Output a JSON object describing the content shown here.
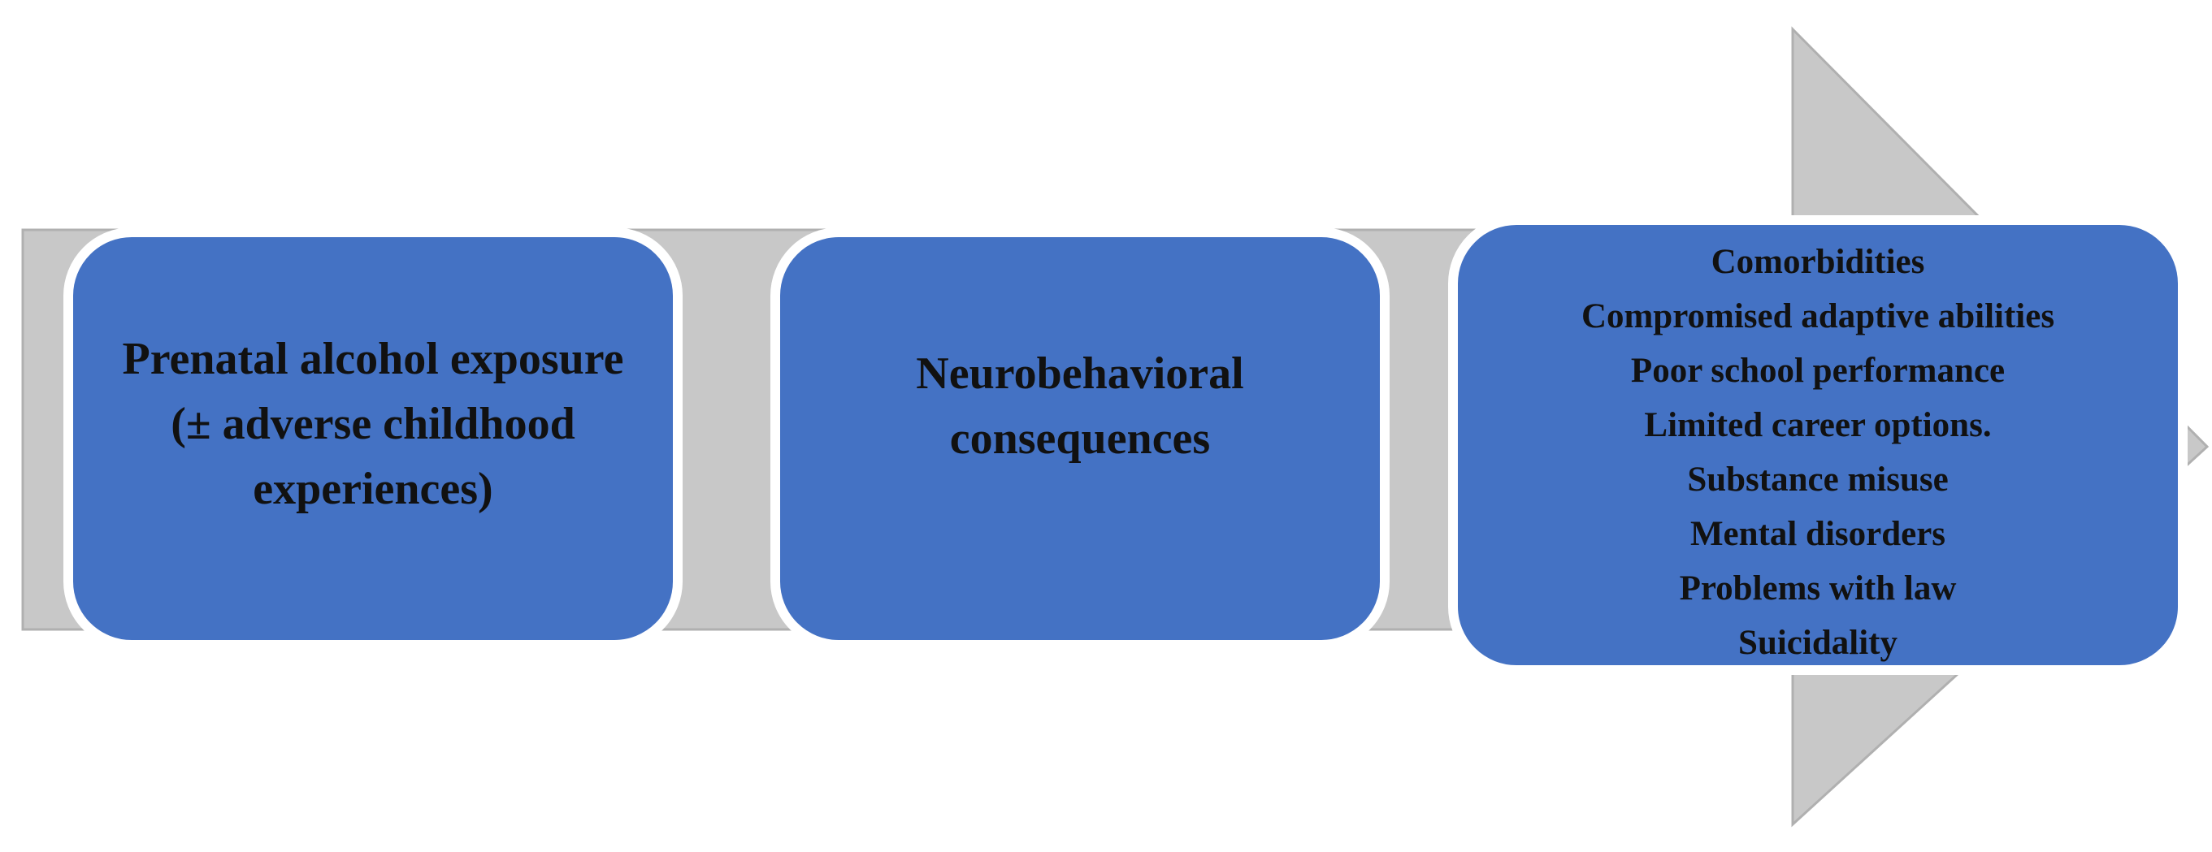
{
  "colors": {
    "arrow_fill": "#c8c8c8",
    "arrow_stroke": "#b0b0b0",
    "box_fill": "#4472c4",
    "box_border": "#ffffff",
    "text": "#111111"
  },
  "stages": [
    {
      "label": "Prenatal alcohol exposure (± adverse childhood experiences)"
    },
    {
      "label": "Neurobehavioral consequences"
    }
  ],
  "outcomes": {
    "items": [
      "Comorbidities",
      "Compromised adaptive abilities",
      "Poor school performance",
      "Limited career options.",
      "Substance misuse",
      "Mental disorders",
      "Problems with law",
      "Suicidality"
    ]
  }
}
